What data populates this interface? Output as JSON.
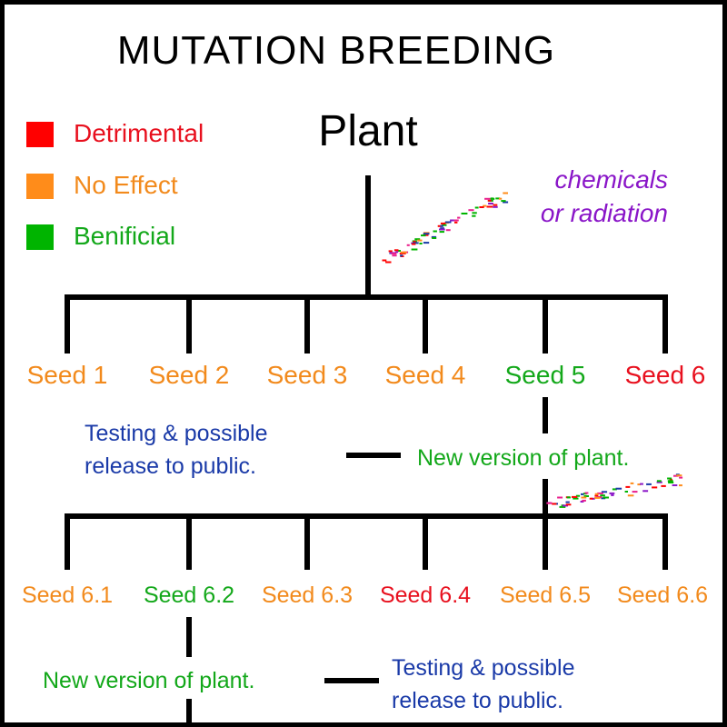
{
  "title": "MUTATION BREEDING",
  "plant_label": "Plant",
  "legend": [
    {
      "label": "Detrimental",
      "color": "#ff0000"
    },
    {
      "label": "No Effect",
      "color": "#ff8c1a"
    },
    {
      "label": "Benificial",
      "color": "#00b400"
    }
  ],
  "mutagen_label": {
    "line1": "chemicals",
    "line2": "or radiation",
    "color": "#8a16c8"
  },
  "generation1": {
    "seeds": [
      {
        "label": "Seed 1",
        "effect": "No Effect"
      },
      {
        "label": "Seed 2",
        "effect": "No Effect"
      },
      {
        "label": "Seed 3",
        "effect": "No Effect"
      },
      {
        "label": "Seed 4",
        "effect": "No Effect"
      },
      {
        "label": "Seed 5",
        "effect": "Benificial"
      },
      {
        "label": "Seed 6",
        "effect": "Detrimental"
      }
    ],
    "testing_note": {
      "line1": "Testing & possible",
      "line2": "release to public."
    },
    "new_version_note": "New version of plant."
  },
  "generation2": {
    "seeds": [
      {
        "label": "Seed 6.1",
        "effect": "No Effect"
      },
      {
        "label": "Seed 6.2",
        "effect": "Benificial"
      },
      {
        "label": "Seed 6.3",
        "effect": "No Effect"
      },
      {
        "label": "Seed 6.4",
        "effect": "Detrimental"
      },
      {
        "label": "Seed 6.5",
        "effect": "No Effect"
      },
      {
        "label": "Seed 6.6",
        "effect": "No Effect"
      }
    ],
    "new_version_note": "New version of plant.",
    "testing_note": {
      "line1": "Testing & possible",
      "line2": "release to public."
    }
  },
  "colors": {
    "detrimental": "#ff0000",
    "no_effect": "#ff8c1a",
    "beneficial": "#00b400",
    "testing_text": "#1a3aa8",
    "lines": "#000000"
  }
}
